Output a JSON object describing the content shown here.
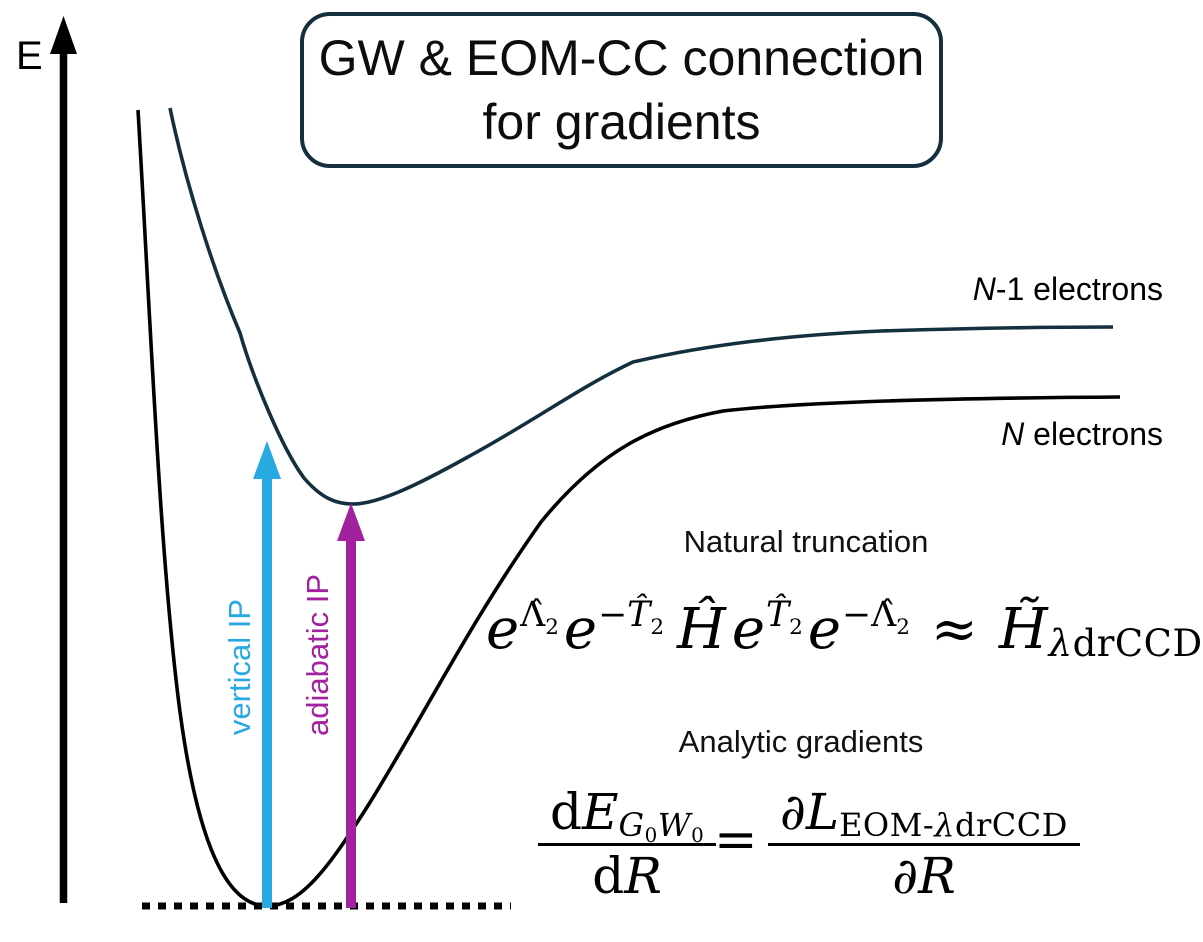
{
  "title": {
    "line1": "GW & EOM-CC connection",
    "line2": "for gradients"
  },
  "axis": {
    "label": "E"
  },
  "curves": {
    "upper": {
      "label_italic": "N",
      "label_rest": "-1 electrons"
    },
    "lower": {
      "label_italic": "N",
      "label_rest": " electrons"
    }
  },
  "arrows": {
    "vertical_ip": {
      "label": "vertical IP"
    },
    "adiabatic_ip": {
      "label": "adiabatic IP"
    }
  },
  "natural_truncation": {
    "heading": "Natural truncation",
    "eq": {
      "e1": "e",
      "e1_sup": "Λ̂",
      "e1_sup_sub": "2",
      "e2": "e",
      "e2_sup": "−T̂",
      "e2_sup_sub": "2",
      "H_hat": "Ĥ",
      "e3": "e",
      "e3_sup": "T̂",
      "e3_sup_sub": "2",
      "e4": "e",
      "e4_sup": "−Λ̂",
      "e4_sup_sub": "2",
      "approx": "≈",
      "H_tilde": "H̃",
      "H_tilde_sub_lambda": "λ",
      "H_tilde_sub_rest": "drCCD"
    }
  },
  "analytic_gradients": {
    "heading": "Analytic gradients",
    "eq": {
      "num_d": "d",
      "num_E": "E",
      "num_sub_G": "G",
      "num_sub_G0": "0",
      "num_sub_W": "W",
      "num_sub_W0": "0",
      "den_d": "d",
      "den_R": "R",
      "equals": "=",
      "rnum_partial": "∂",
      "rnum_L": "L",
      "rnum_sub_pre": "EOM-",
      "rnum_sub_lambda": "λ",
      "rnum_sub_post": "drCCD",
      "rden_partial": "∂",
      "rden_R": "R"
    }
  },
  "colors": {
    "background": "#ffffff",
    "text": "#000000",
    "curve_upper": "#14303e",
    "curve_lower": "#000000",
    "box_border": "#14303e",
    "vertical_ip": "#29a9e1",
    "adiabatic_ip": "#a2219e"
  }
}
